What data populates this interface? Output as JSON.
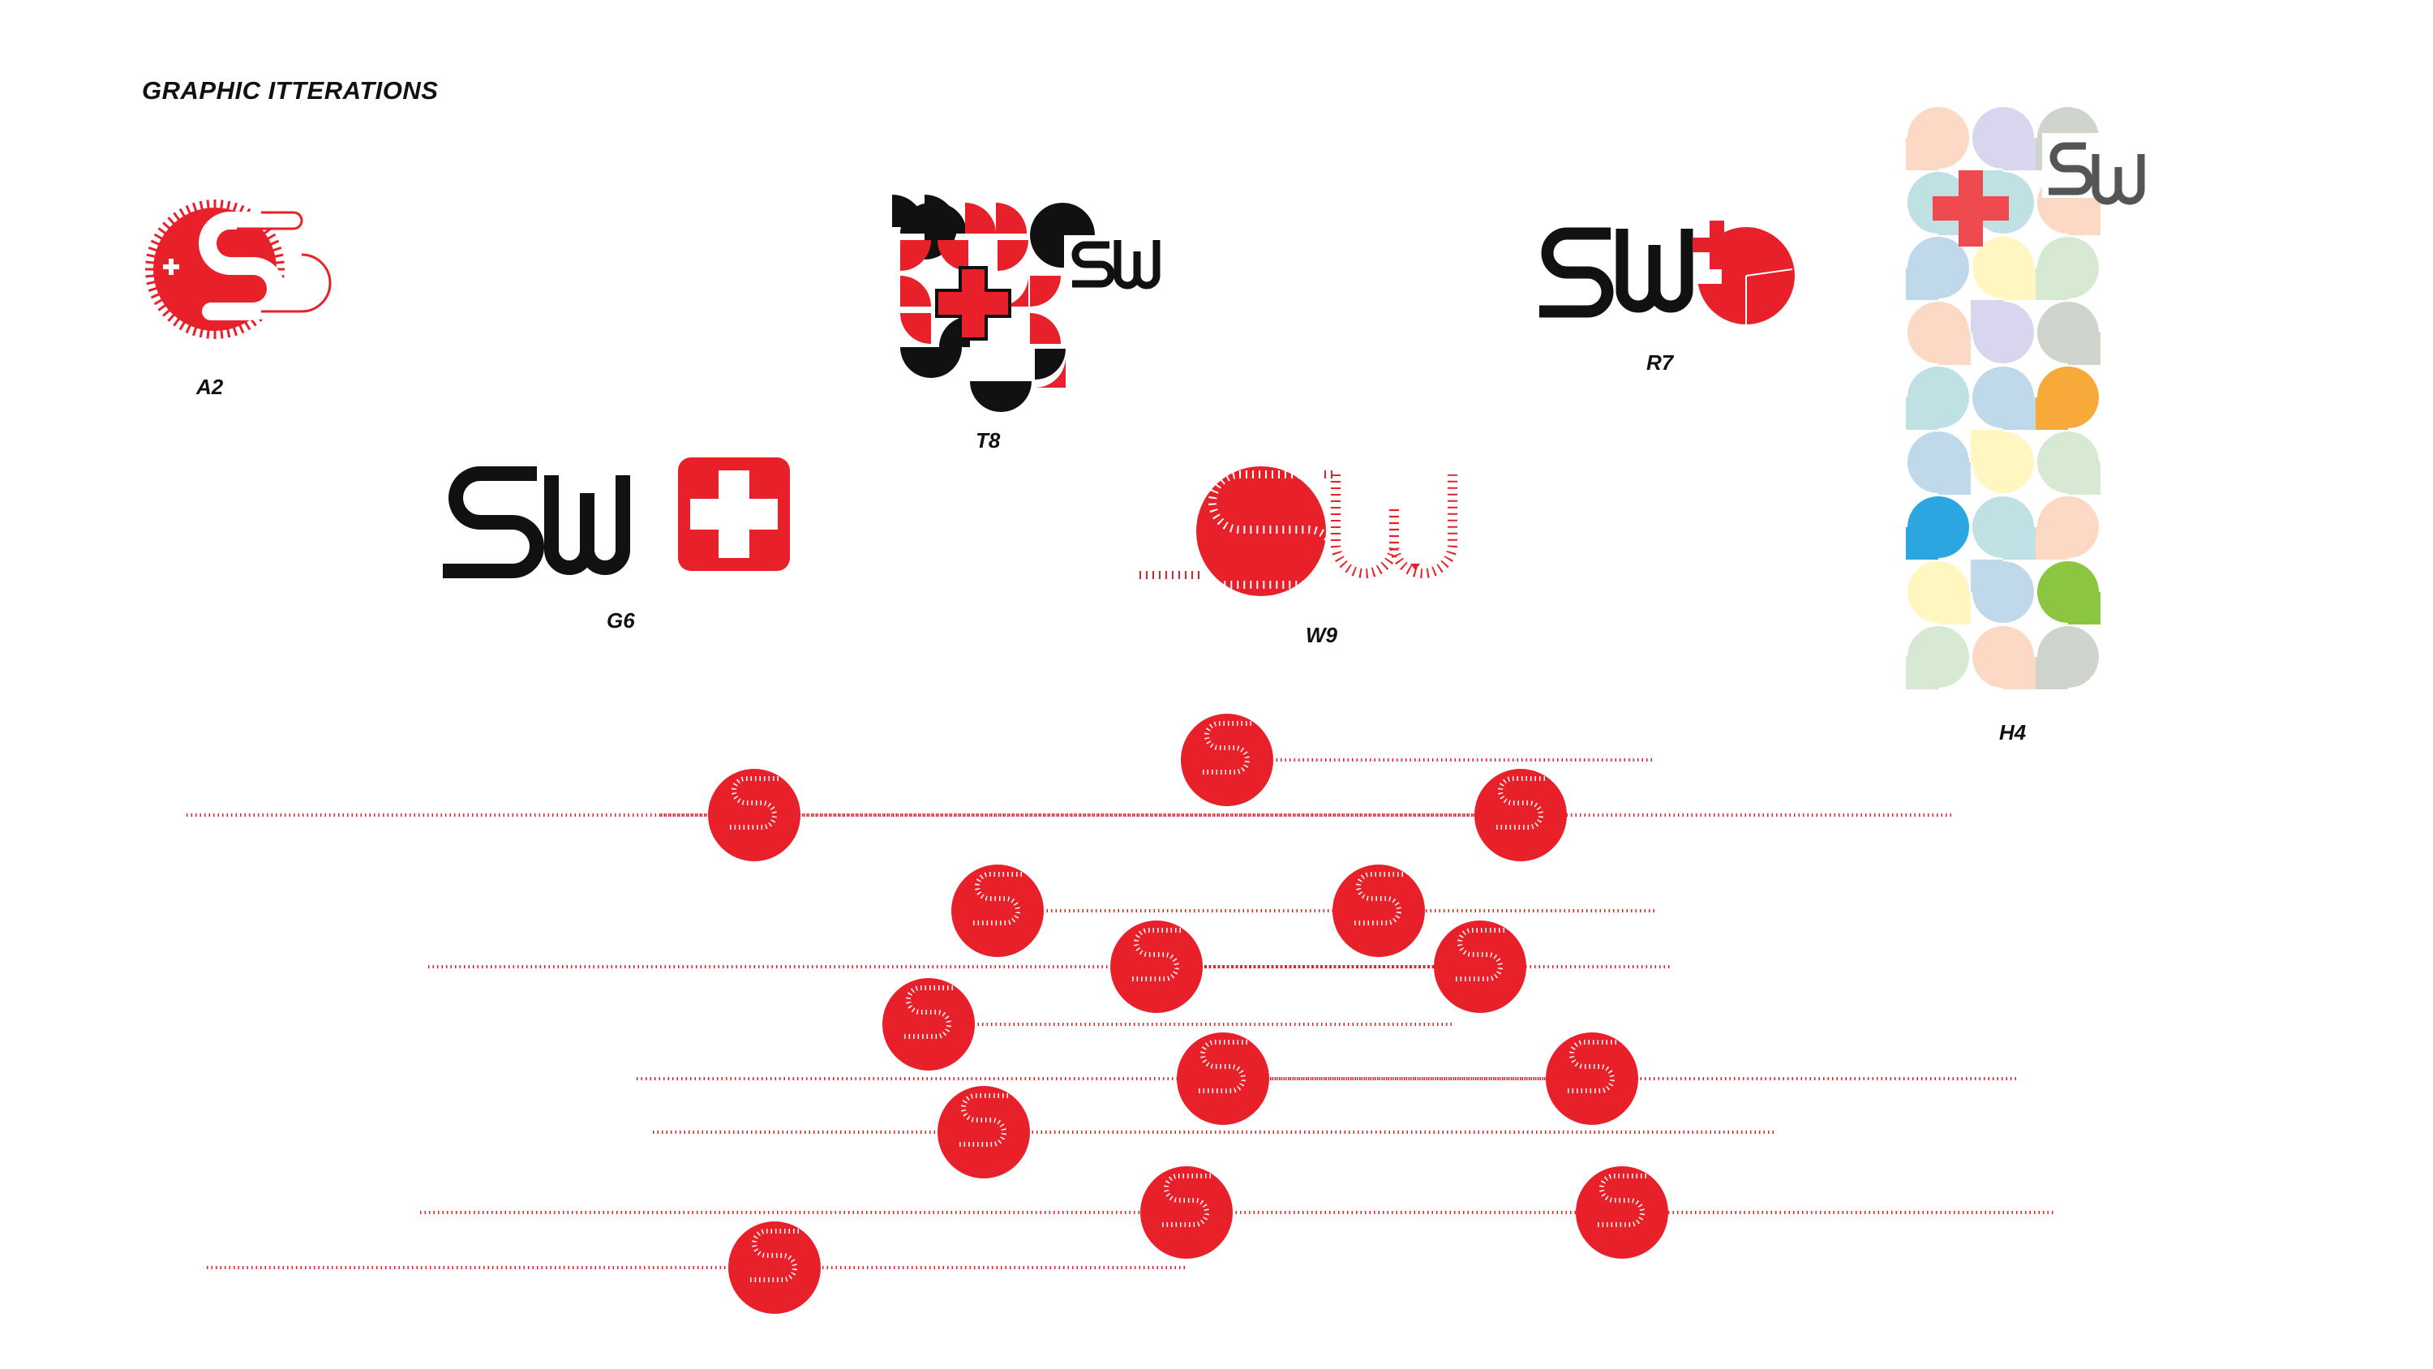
{
  "page": {
    "title": "GRAPHIC ITTERATIONS"
  },
  "iterations": {
    "a2": {
      "label": "A2"
    },
    "t8": {
      "label": "T8"
    },
    "r7": {
      "label": "R7"
    },
    "h4": {
      "label": "H4"
    },
    "g6": {
      "label": "G6"
    },
    "w9": {
      "label": "W9"
    }
  },
  "colors": {
    "brand_red": "#e8202a",
    "black": "#111111",
    "text": "#111111",
    "h4_cross": "#ef4a50",
    "h4_wordmark": "#555555"
  },
  "h4_palette": [
    "#fbd9c4",
    "#d8d6ee",
    "#cfd4cd",
    "#bfe1e4",
    "#bfd8ea",
    "#fff7c2",
    "#d7e9d2",
    "#f7a93a",
    "#2ba6e0",
    "#8cc53f"
  ],
  "icons": [
    "swiss-cross-icon",
    "s-glyph-icon",
    "tick-ring-icon"
  ]
}
